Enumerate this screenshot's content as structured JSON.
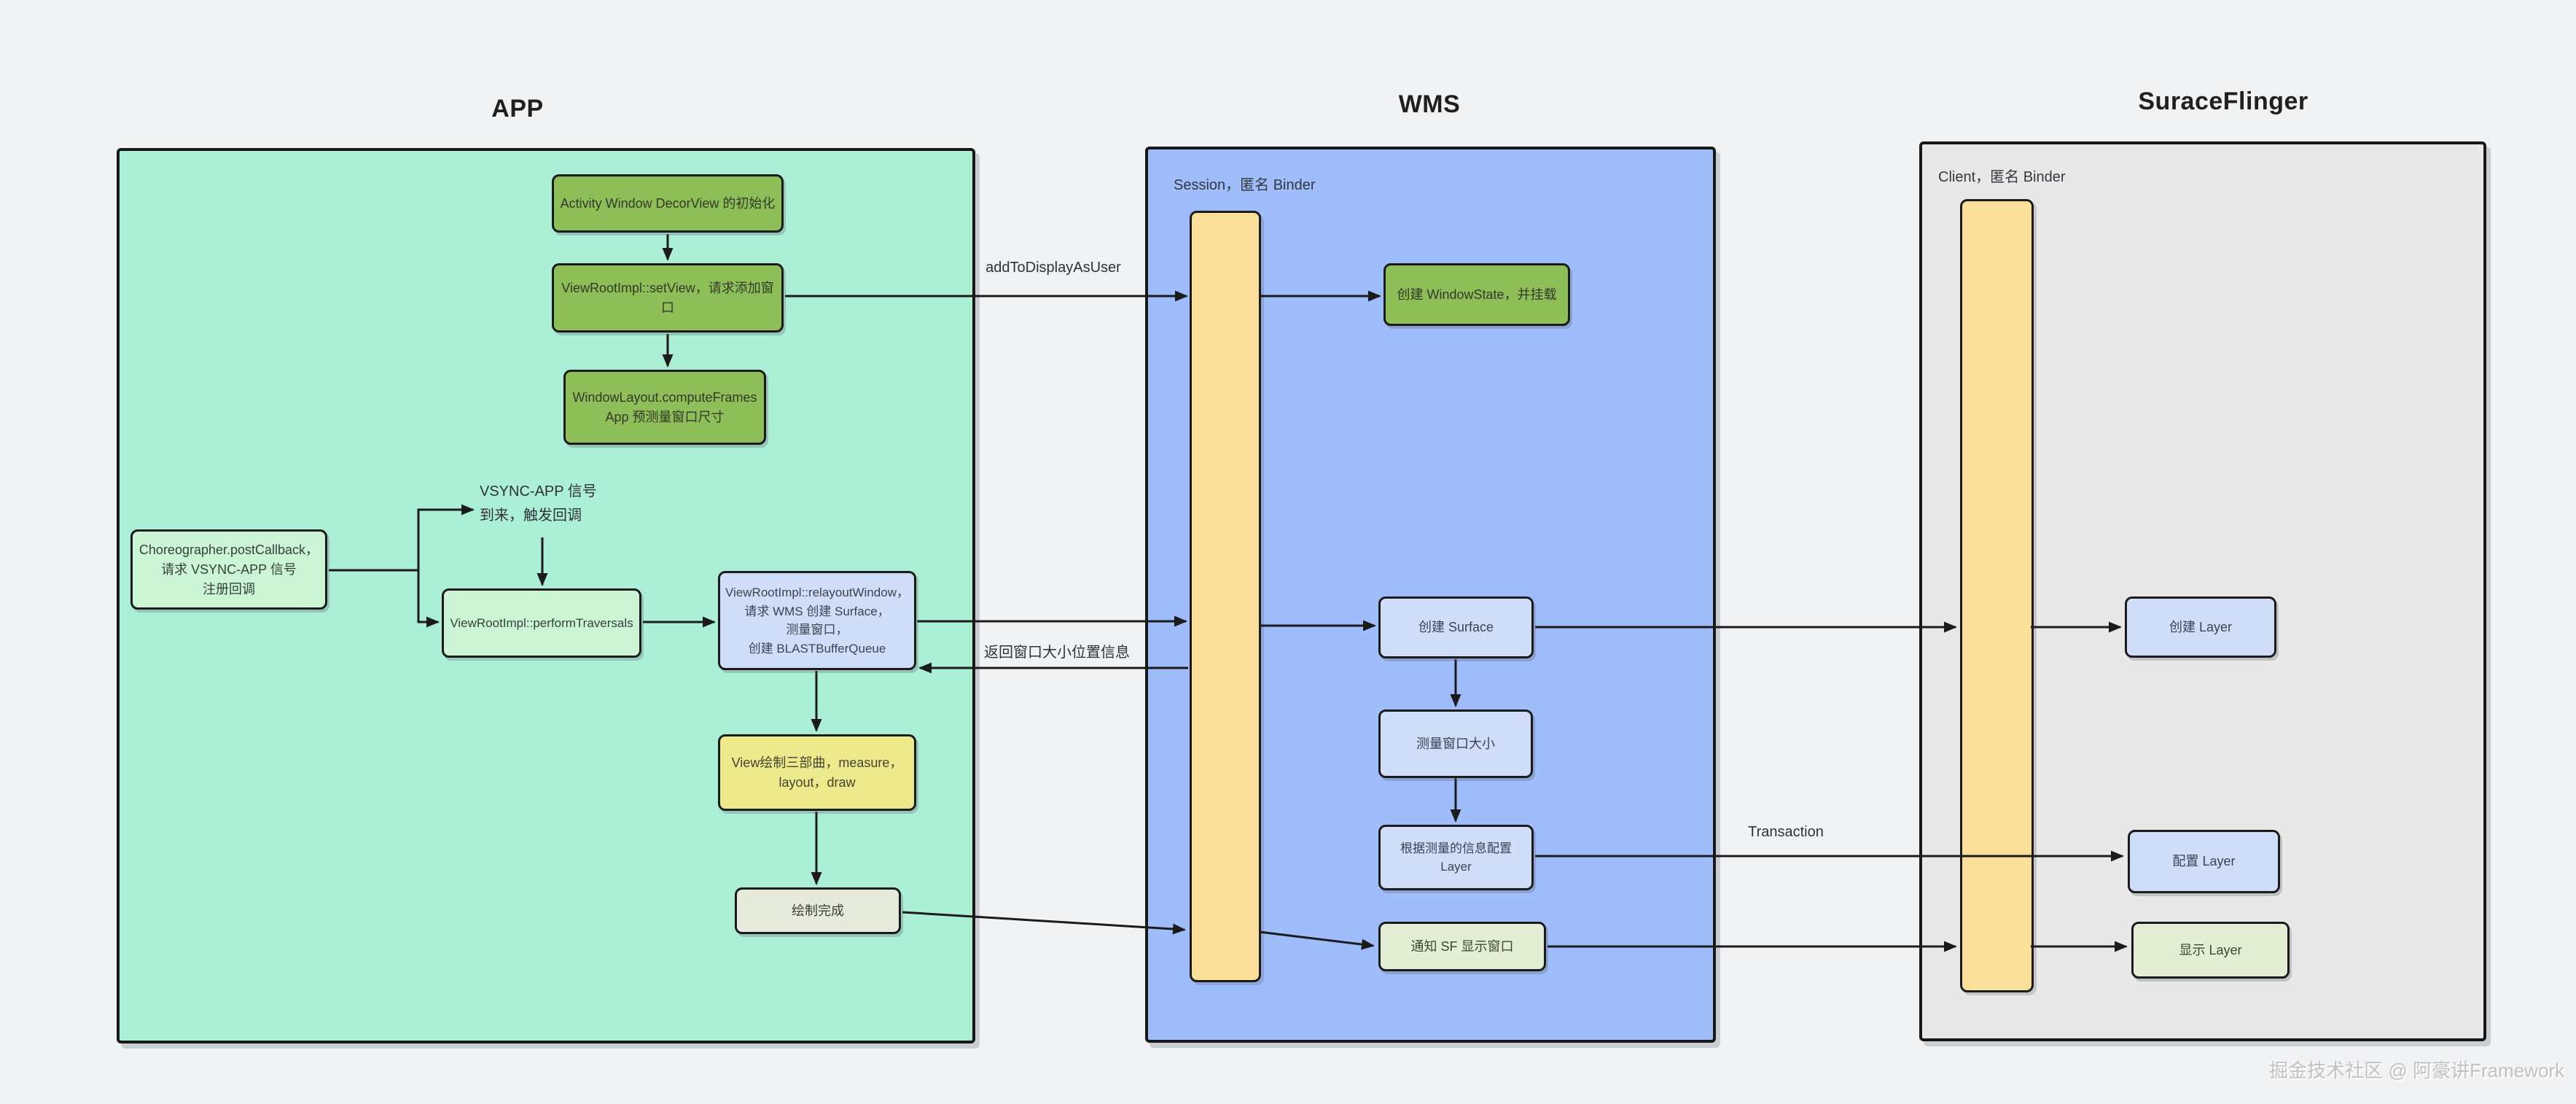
{
  "diagram": {
    "titles": {
      "app": "APP",
      "wms": "WMS",
      "sf": "SuraceFlinger"
    },
    "lane_sublabels": {
      "wms": "Session，匿名 Binder",
      "sf": "Client，匿名 Binder"
    },
    "nodes": {
      "activity": "Activity Window DecorView 的初始化",
      "set_view": "ViewRootImpl::setView，请求添加窗口",
      "compute_frames": "WindowLayout.computeFrames\nApp 预测量窗口尺寸",
      "choreographer": "Choreographer.postCallback，\n请求 VSYNC-APP 信号\n注册回调",
      "perform_traversals": "ViewRootImpl::performTraversals",
      "relayout_window": "ViewRootImpl::relayoutWindow，\n请求 WMS 创建 Surface，\n测量窗口，\n创建 BLASTBufferQueue",
      "draw_trilogy": "View绘制三部曲，measure，\nlayout，draw",
      "draw_done": "绘制完成",
      "create_window_state": "创建 WindowState，并挂载",
      "create_surface": "创建 Surface",
      "measure_window": "测量窗口大小",
      "config_by_measure": "根据测量的信息配置 Layer",
      "notify_sf": "通知 SF 显示窗口",
      "create_layer": "创建 Layer",
      "config_layer": "配置 Layer",
      "show_layer": "显示 Layer"
    },
    "edge_labels": {
      "add_to_display": "addToDisplayAsUser",
      "return_info": "返回窗口大小位置信息",
      "transaction": "Transaction",
      "vsync_note": "VSYNC-APP 信号\n到来，触发回调"
    },
    "watermark": "掘金技术社区 @ 阿豪讲Framework",
    "colors": {
      "page_bg": "#f1f2f4",
      "app_lane": "#abefd6",
      "wms_lane": "#9ebdfa",
      "sf_lane": "#e8e8e8",
      "lifeline": "#f9df99",
      "green_box": "#8dbe57",
      "mint_box": "#ccf5d6",
      "lavender_box": "#d0ddf8",
      "yellow_box": "#edea8d",
      "beige_box": "#e6ebdb",
      "pale_green_box": "#e3eed4",
      "stroke": "#1b1b1b"
    }
  }
}
